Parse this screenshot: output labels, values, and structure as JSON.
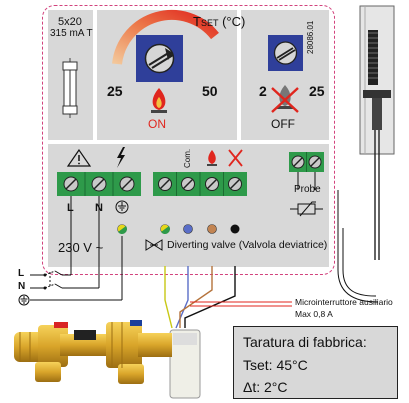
{
  "fuse": {
    "size": "5x20",
    "rating": "315 mA T"
  },
  "thermostat": {
    "tset_label": "T",
    "tset_sub": "SET",
    "tset_unit": " (°C)",
    "min": "25",
    "max": "50",
    "on_label": "ON"
  },
  "delta": {
    "min": "2",
    "max": "25",
    "off_label": "OFF"
  },
  "part_code": "28086.01",
  "power": {
    "terminal_l": "L",
    "terminal_n": "N",
    "supply": "230 V ~"
  },
  "valve": {
    "com_label": "Com.",
    "title": "Diverting valve (Valvola deviatrice)"
  },
  "probe": {
    "label": "Probe"
  },
  "wiring": {
    "l": "L",
    "n": "N"
  },
  "aux_switch": {
    "line1": "Microinterruttore ausiliario",
    "line2": "Max 0,8 A"
  },
  "factory": {
    "title": "Taratura di fabbrica:",
    "tset": "Tset: 45°C",
    "dt": "Δt: 2°C"
  },
  "colors": {
    "terminal_green": "#2e9a4a",
    "dash_border": "#d2437d",
    "arc_start": "#f0c090",
    "arc_end": "#e0261e",
    "knob_blue": "#2f3f9a",
    "wire_yellow_green": "#c8c815",
    "wire_blue": "#5a6ec8",
    "wire_brown": "#b5733b",
    "wire_black": "#111111"
  }
}
